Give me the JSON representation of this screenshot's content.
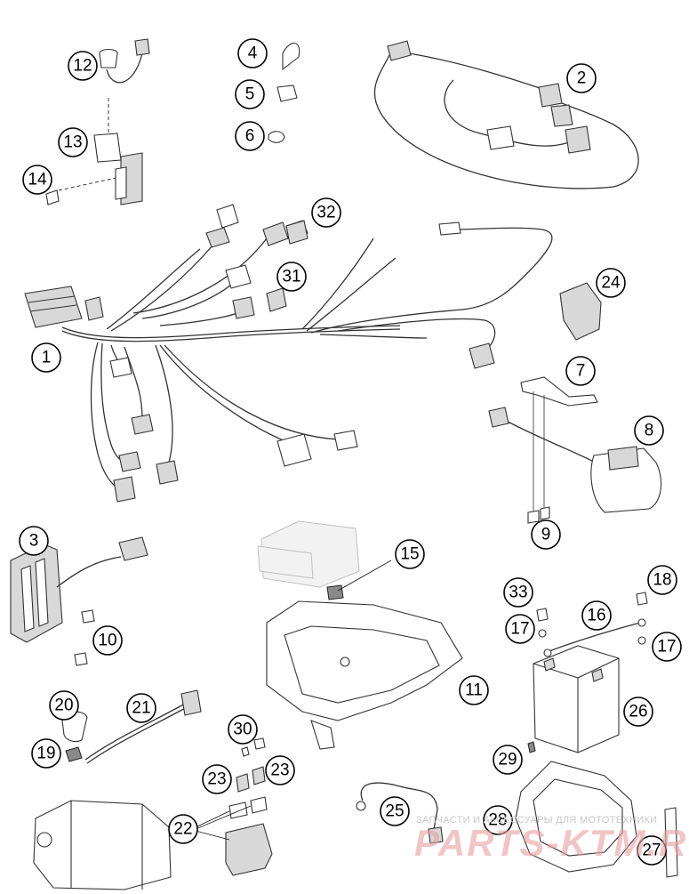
{
  "callouts": [
    "1",
    "2",
    "3",
    "4",
    "5",
    "6",
    "7",
    "8",
    "9",
    "10",
    "11",
    "12",
    "13",
    "14",
    "15",
    "16",
    "17",
    "17",
    "18",
    "19",
    "20",
    "21",
    "22",
    "23",
    "23",
    "24",
    "25",
    "26",
    "27",
    "28",
    "29",
    "30",
    "31",
    "32",
    "33"
  ],
  "watermark": {
    "text_small": "ЗАПЧАСТИ И АКСЕССУАРЫ ДЛЯ МОТОТЕХНИКИ",
    "text_brand": "PARTS-KTM.RU",
    "color": "#e8a0a0"
  }
}
